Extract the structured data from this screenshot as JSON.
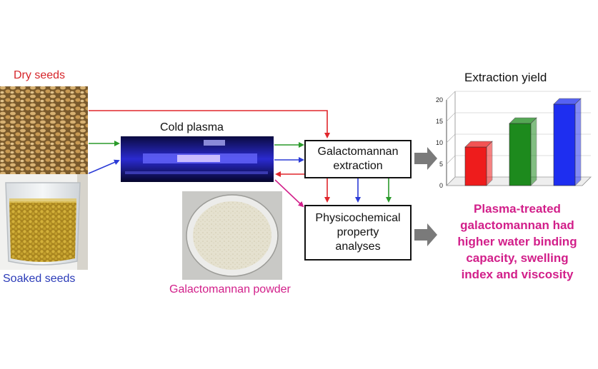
{
  "labels": {
    "dry_seeds": "Dry seeds",
    "soaked_seeds": "Soaked seeds",
    "cold_plasma": "Cold plasma",
    "galactomannan_powder": "Galactomannan powder"
  },
  "boxes": {
    "extraction": [
      "Galactomannan",
      "extraction"
    ],
    "analyses": [
      "Physicochemical",
      "property",
      "analyses"
    ]
  },
  "chart_data": {
    "type": "bar",
    "title": "Extraction yield",
    "categories": [
      "",
      "",
      ""
    ],
    "values": [
      9,
      14.5,
      19
    ],
    "ylim": [
      0,
      20
    ],
    "yticks": [
      "0",
      "5",
      "10",
      "15",
      "20"
    ],
    "colors": [
      "#ee1c1c",
      "#1d8a1d",
      "#1e2ef0"
    ]
  },
  "conclusion": [
    "Plasma-treated",
    "galactomannan had",
    "higher water binding",
    "capacity, swelling",
    "index and viscosity"
  ],
  "colors": {
    "red_arrow": "#e0262b",
    "green_arrow": "#2a9a2a",
    "blue_arrow": "#2b3bd6",
    "pink_arrow": "#d21f8a",
    "grey_arrow": "#7a7a7a",
    "label_red": "#d6262b",
    "label_blue": "#2b3bb8",
    "text_pink": "#d21f8a"
  }
}
